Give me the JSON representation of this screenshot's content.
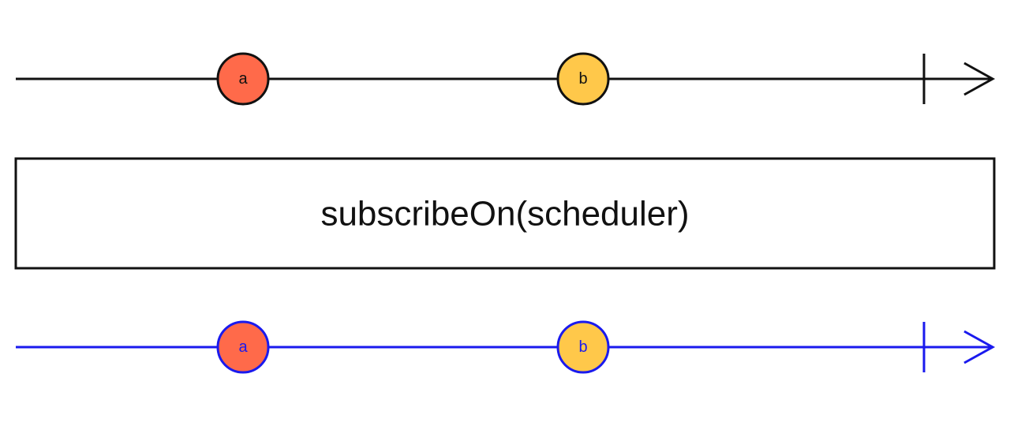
{
  "diagram": {
    "operator": {
      "label": "subscribeOn(scheduler)",
      "border_color": "#111111"
    },
    "source": {
      "line_color": "#111111",
      "marbles": [
        {
          "label": "a",
          "fill": "#ff6a4a",
          "stroke": "#111111",
          "text_color": "#111111"
        },
        {
          "label": "b",
          "fill": "#ffc84a",
          "stroke": "#111111",
          "text_color": "#111111"
        }
      ],
      "completed": true
    },
    "result": {
      "line_color": "#1a1aee",
      "marbles": [
        {
          "label": "a",
          "fill": "#ff6a4a",
          "stroke": "#1a1aee",
          "text_color": "#1a1aee"
        },
        {
          "label": "b",
          "fill": "#ffc84a",
          "stroke": "#1a1aee",
          "text_color": "#1a1aee"
        }
      ],
      "completed": true
    }
  }
}
